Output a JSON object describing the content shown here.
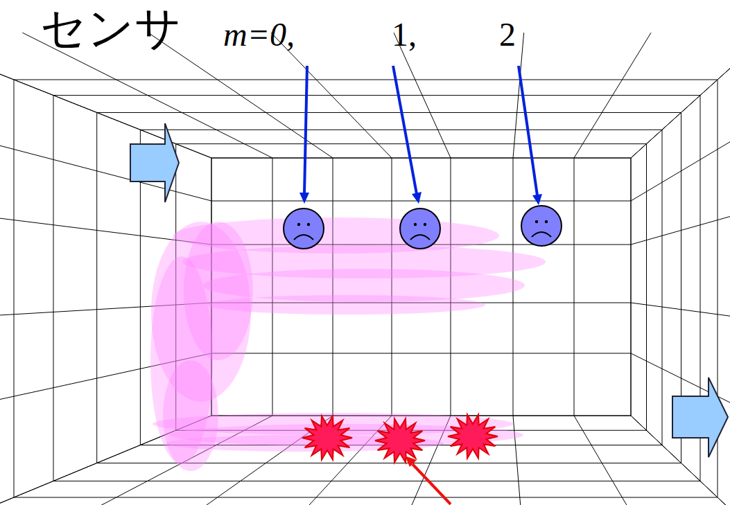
{
  "diagram": {
    "labels": [
      "センサ",
      "m=0,",
      "1,",
      "2"
    ]
  }
}
